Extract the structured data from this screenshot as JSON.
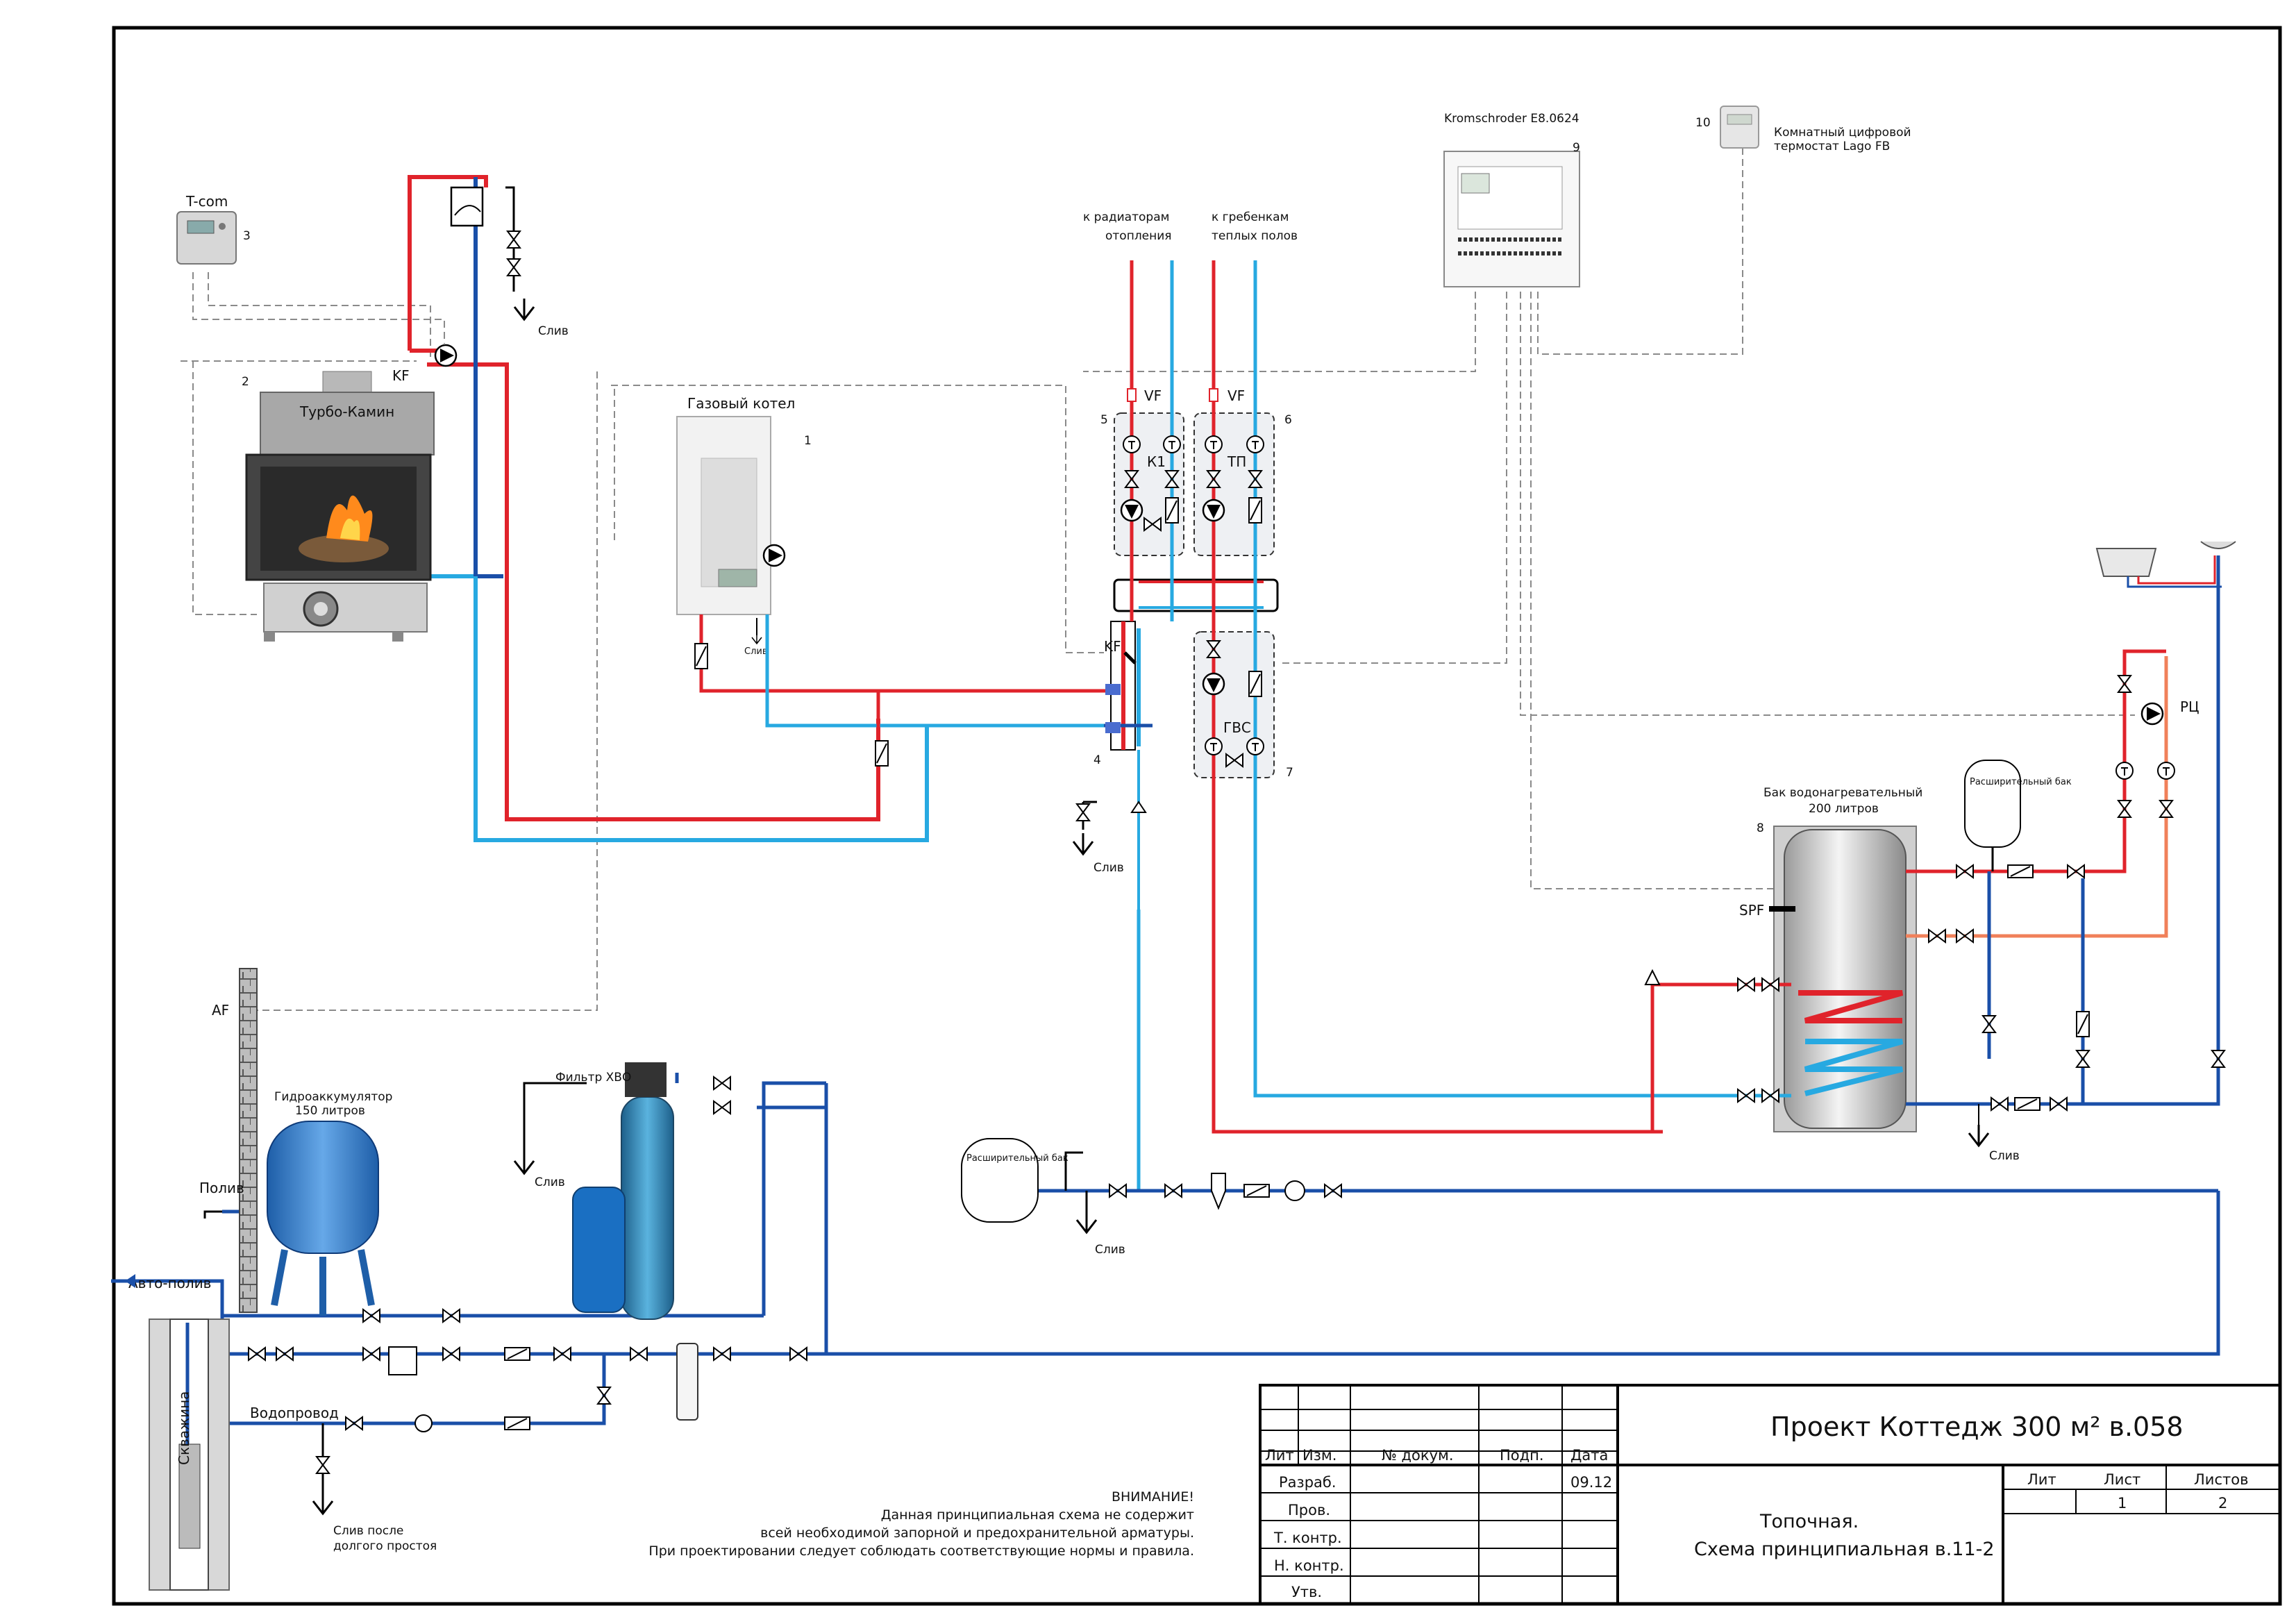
{
  "colors": {
    "supply": "#e0232b",
    "return": "#27a9e1",
    "cold_water": "#1a4fa8",
    "warm_return": "#f0805a",
    "signal": "#8a8a8a",
    "frame": "#000000"
  },
  "labels": {
    "tcom": "T-com",
    "tcom_num": "3",
    "fireplace_num": "2",
    "fireplace_name": "Турбо-Камин",
    "kf_fireplace": "KF",
    "drain1": "Слив",
    "gas_boiler": "Газовый котел",
    "gas_boiler_num": "1",
    "drain_boiler": "Слив",
    "to_radiators_1": "к радиаторам",
    "to_radiators_2": "отопления",
    "to_floor_1": "к гребенкам",
    "to_floor_2": "теплых полов",
    "vf1": "VF",
    "vf2": "VF",
    "group5_num": "5",
    "group6_num": "6",
    "k1": "К1",
    "tp": "ТП",
    "kf_hydro": "KF",
    "hydro_num": "4",
    "gvs": "ГВС",
    "gvs_num": "7",
    "drain_hydro": "Слив",
    "controller": "Kromschroder E8.0624",
    "controller_num": "9",
    "thermostat_num": "10",
    "thermostat_1": "Комнатный цифровой",
    "thermostat_2": "термостат Lago FB",
    "rc": "РЦ",
    "exp_tank_small": "Расширительный бак",
    "tank_1": "Бак водонагревательный",
    "tank_2": "200 литров",
    "tank_num": "8",
    "spf": "SPF",
    "drain_tank": "Слив",
    "exp_tank_left": "Расширительный бак",
    "drain_exp": "Слив",
    "afp": "AF",
    "accumulator_1": "Гидроаккумулятор",
    "accumulator_2": "150 литров",
    "poliv": "Полив",
    "auto_poliv": "Авто-полив",
    "filter_hvo": "Фильтр ХВО",
    "drain_filter": "Слив",
    "well": "Скважина",
    "water_supply": "Водопровод",
    "drain_long_1": "Слив после",
    "drain_long_2": "долгого простоя"
  },
  "note": {
    "title": "ВНИМАНИЕ!",
    "line1": "Данная принципиальная схема не содержит",
    "line2": "всей необходимой запорной и предохранительной арматуры.",
    "line3": "При проектировании следует соблюдать соответствующие нормы и правила."
  },
  "title_block": {
    "project": "Проект Коттедж 300 м² в.058",
    "sheet_title_1": "Топочная.",
    "sheet_title_2": "Схема принципиальная в.11-2",
    "col_lit": "Лит",
    "col_izm": "Изм.",
    "col_doc": "№ докум.",
    "col_sign": "Подп.",
    "col_date": "Дата",
    "row_razrab": "Разраб.",
    "row_prov": "Пров.",
    "row_tkontr": "Т. контр.",
    "row_nkontr": "Н. контр.",
    "row_utv": "Утв.",
    "date": "09.12",
    "hdr_lit": "Лит",
    "hdr_list": "Лист",
    "hdr_listov": "Листов",
    "sheet_no": "1",
    "sheets_total": "2"
  }
}
